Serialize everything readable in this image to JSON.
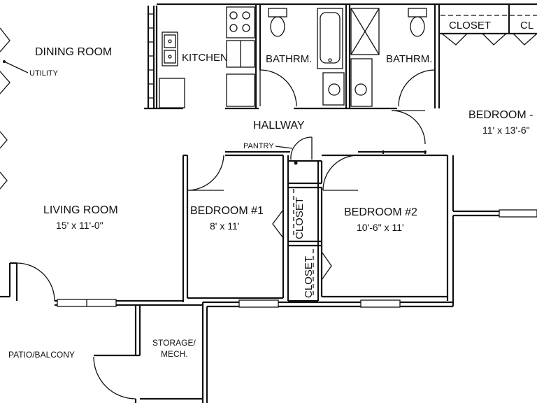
{
  "rooms": {
    "dining": "DINING ROOM",
    "utility": "UTILITY",
    "kitchen": "KITCHEN",
    "bath1": "BATHRM.",
    "bath2": "BATHRM.",
    "closet_top1": "CLOSET",
    "closet_top2": "CL",
    "bedroom3": "BEDROOM -",
    "bedroom3_size": "11' x 13'-6\"",
    "hallway": "HALLWAY",
    "pantry": "PANTRY",
    "living": "LIVING ROOM",
    "living_size": "15' x 11'-0\"",
    "bedroom1": "BEDROOM #1",
    "bedroom1_size": "8' x 11'",
    "closet_b1": "CLOSET",
    "closet_b2": "CLOSET",
    "bedroom2": "BEDROOM #2",
    "bedroom2_size": "10'-6\" x 11'",
    "patio": "PATIO/BALCONY",
    "storage_line1": "STORAGE/",
    "storage_line2": "MECH."
  }
}
